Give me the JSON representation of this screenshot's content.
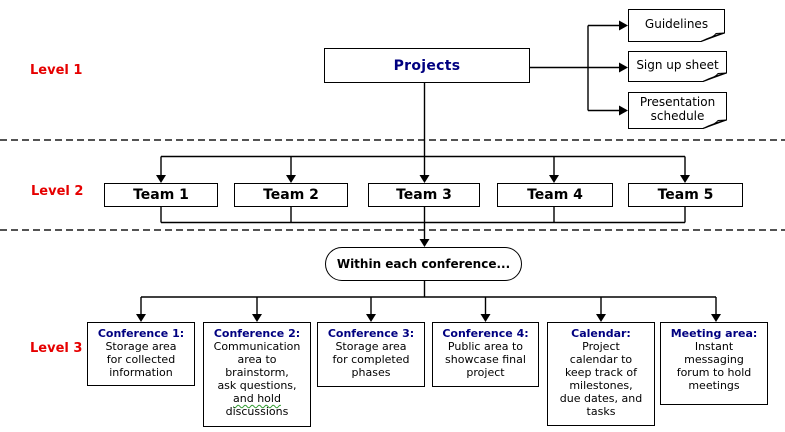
{
  "diagram": {
    "level_labels": [
      {
        "label": "Level 1"
      },
      {
        "label": "Level 2"
      },
      {
        "label": "Level 3"
      }
    ],
    "root": {
      "label": "Projects"
    },
    "documents": [
      {
        "label": "Guidelines"
      },
      {
        "label": "Sign up sheet"
      },
      {
        "label": "Presentation\nschedule"
      }
    ],
    "teams": [
      {
        "label": "Team 1"
      },
      {
        "label": "Team 2"
      },
      {
        "label": "Team 3"
      },
      {
        "label": "Team 4"
      },
      {
        "label": "Team 5"
      }
    ],
    "oval": {
      "label": "Within each conference..."
    },
    "conferences": [
      {
        "title": "Conference 1:",
        "body": "Storage area\nfor collected\ninformation"
      },
      {
        "title": "Conference 2:",
        "body_prefix": "Communication\narea to\nbrainstorm,\nask questions,\n",
        "body_squiggle": "and hold",
        "body_suffix": "\ndiscussions"
      },
      {
        "title": "Conference 3:",
        "body": "Storage area\nfor completed\nphases"
      },
      {
        "title": "Conference 4:",
        "body": "Public area to\nshowcase final\nproject"
      },
      {
        "title": "Calendar:",
        "body": "Project\ncalendar to\nkeep track of\nmilestones,\ndue dates, and\ntasks"
      },
      {
        "title": "Meeting area:",
        "body": "Instant\nmessaging\nforum to hold\nmeetings"
      }
    ],
    "colors": {
      "title_navy": "#000080",
      "level_label_red": "#e60000",
      "line_black": "#000000",
      "fold_gray": "#c0c0c0",
      "spellcheck_green": "#2f9a3c"
    }
  }
}
